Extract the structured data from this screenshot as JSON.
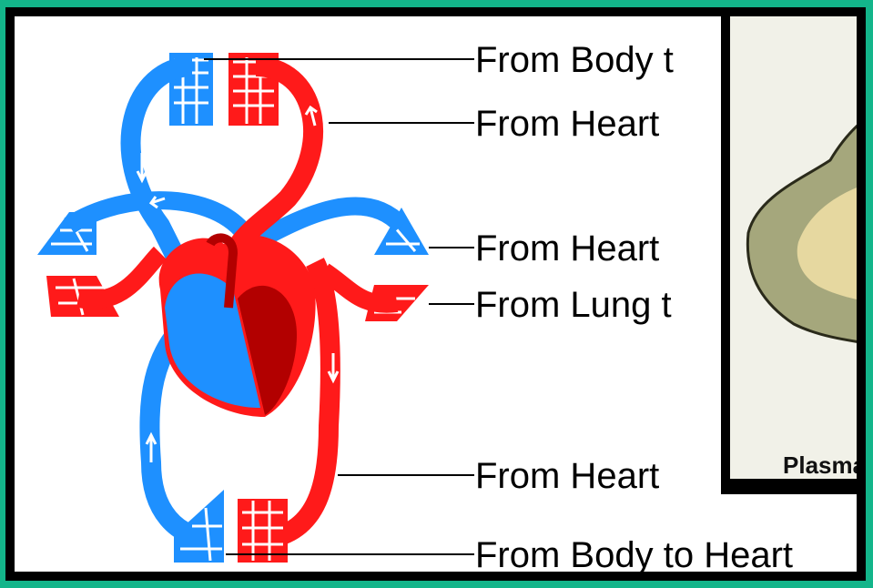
{
  "labels": {
    "l1": "From Body t",
    "l2": "From Heart",
    "l3": "From Heart",
    "l4": "From Lung t",
    "l5": "From Heart",
    "l6": "From Body to Heart"
  },
  "inset": {
    "caption": "Plasma"
  },
  "colors": {
    "frame": "#13b58a",
    "deoxygenated": "#1e90ff",
    "oxygenated": "#ff1a1a",
    "heart_dark": "#b20000"
  }
}
